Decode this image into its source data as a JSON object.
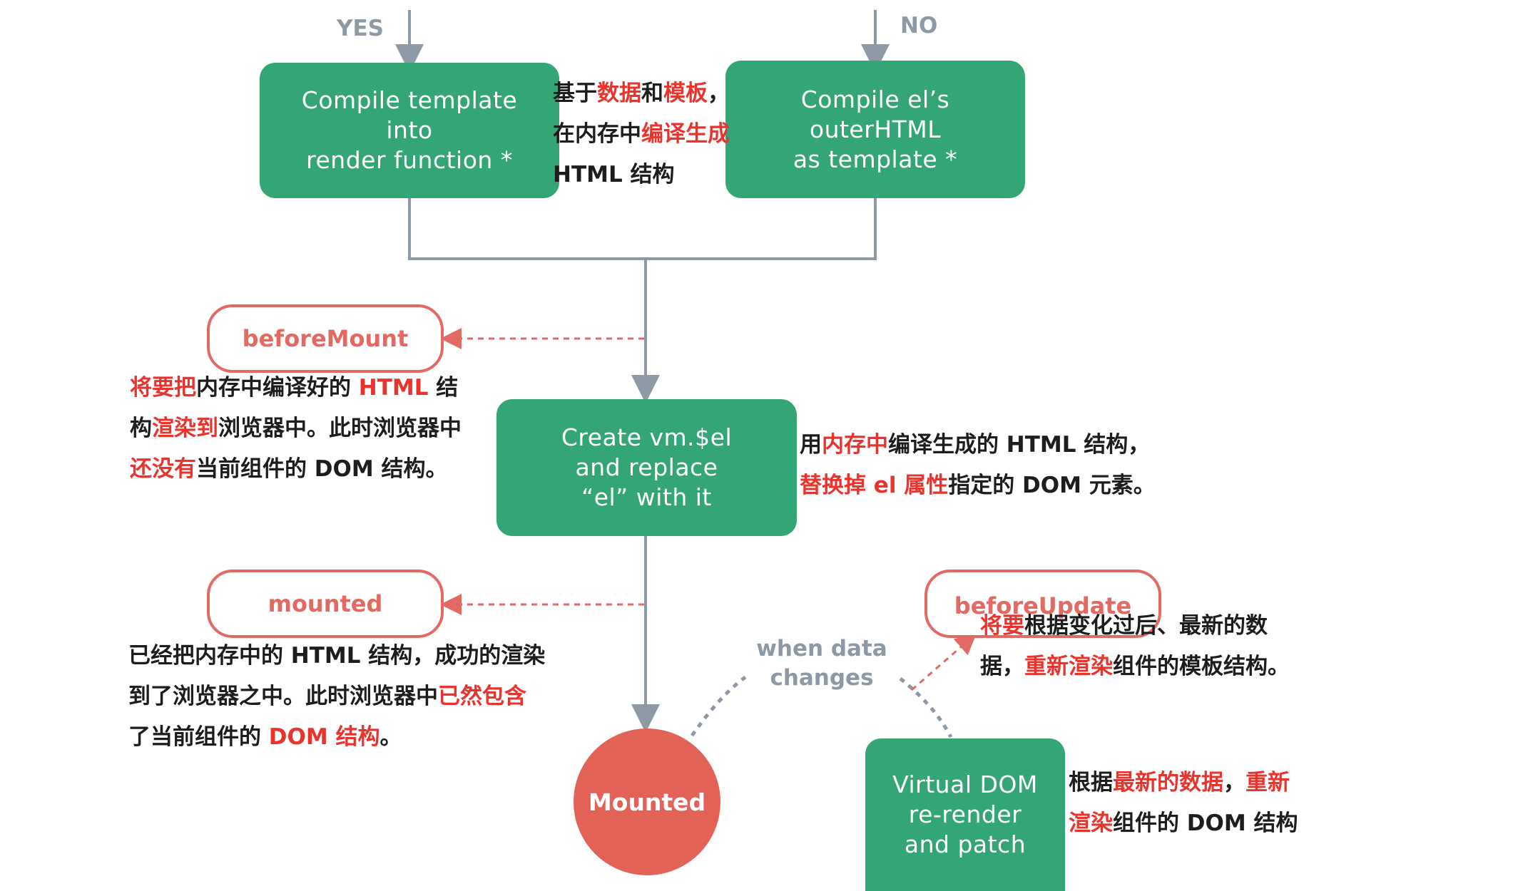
{
  "branch_labels": {
    "yes": "YES",
    "no": "NO"
  },
  "boxes": {
    "compile_template": "Compile template\ninto\nrender function *",
    "compile_el": "Compile el’s\nouterHTML\nas template *",
    "create_el": "Create vm.$el\nand replace\n“el” with it",
    "virtual_dom": "Virtual DOM\nre-render\nand patch"
  },
  "hooks": {
    "before_mount": "beforeMount",
    "mounted": "mounted",
    "before_update": "beforeUpdate"
  },
  "state_circle": "Mounted",
  "when_data_changes": {
    "line1": "when data",
    "line2": "changes"
  },
  "notes": {
    "compile": [
      [
        {
          "t": "基于"
        },
        {
          "t": "数据",
          "hl": true
        },
        {
          "t": "和"
        },
        {
          "t": "模板",
          "hl": true
        },
        {
          "t": "，"
        }
      ],
      [
        {
          "t": "在内存中"
        },
        {
          "t": "编译生成",
          "hl": true
        }
      ],
      [
        {
          "t": "HTML 结构"
        }
      ]
    ],
    "before_mount": [
      [
        {
          "t": "将要把",
          "hl": true
        },
        {
          "t": "内存中编译好的 "
        },
        {
          "t": "HTML",
          "hl": true
        },
        {
          "t": " 结"
        }
      ],
      [
        {
          "t": "构"
        },
        {
          "t": "渲染到",
          "hl": true
        },
        {
          "t": "浏览器中。此时浏览器中"
        }
      ],
      [
        {
          "t": "还没有",
          "hl": true
        },
        {
          "t": "当前组件的 DOM 结构。"
        }
      ]
    ],
    "create_el": [
      [
        {
          "t": "用"
        },
        {
          "t": "内存中",
          "hl": true
        },
        {
          "t": "编译生成的 HTML 结构，"
        }
      ],
      [
        {
          "t": "替换掉 el 属性",
          "hl": true
        },
        {
          "t": "指定的 DOM 元素。"
        }
      ]
    ],
    "mounted": [
      [
        {
          "t": "已经把内存中的 HTML 结构，成功的渲染"
        }
      ],
      [
        {
          "t": "到了浏览器之中。此时浏览器中"
        },
        {
          "t": "已然包含",
          "hl": true
        }
      ],
      [
        {
          "t": "了当前组件的 "
        },
        {
          "t": "DOM 结构",
          "hl": true
        },
        {
          "t": "。"
        }
      ]
    ],
    "before_update": [
      [
        {
          "t": "将要",
          "hl": true
        },
        {
          "t": "根据变化过后、最新的数"
        }
      ],
      [
        {
          "t": "据，"
        },
        {
          "t": "重新渲染",
          "hl": true
        },
        {
          "t": "组件的模板结构。"
        }
      ]
    ],
    "virtual_dom": [
      [
        {
          "t": "根据"
        },
        {
          "t": "最新的数据",
          "hl": true
        },
        {
          "t": "，"
        },
        {
          "t": "重新",
          "hl": true
        }
      ],
      [
        {
          "t": "渲染",
          "hl": true
        },
        {
          "t": "组件的 DOM 结构"
        }
      ]
    ]
  },
  "colors": {
    "green": "#34a574",
    "hook_red": "#e36a62",
    "highlight_red": "#e9342d",
    "connector_gray": "#8d9aa6",
    "text_dark": "#1d1d1d"
  }
}
